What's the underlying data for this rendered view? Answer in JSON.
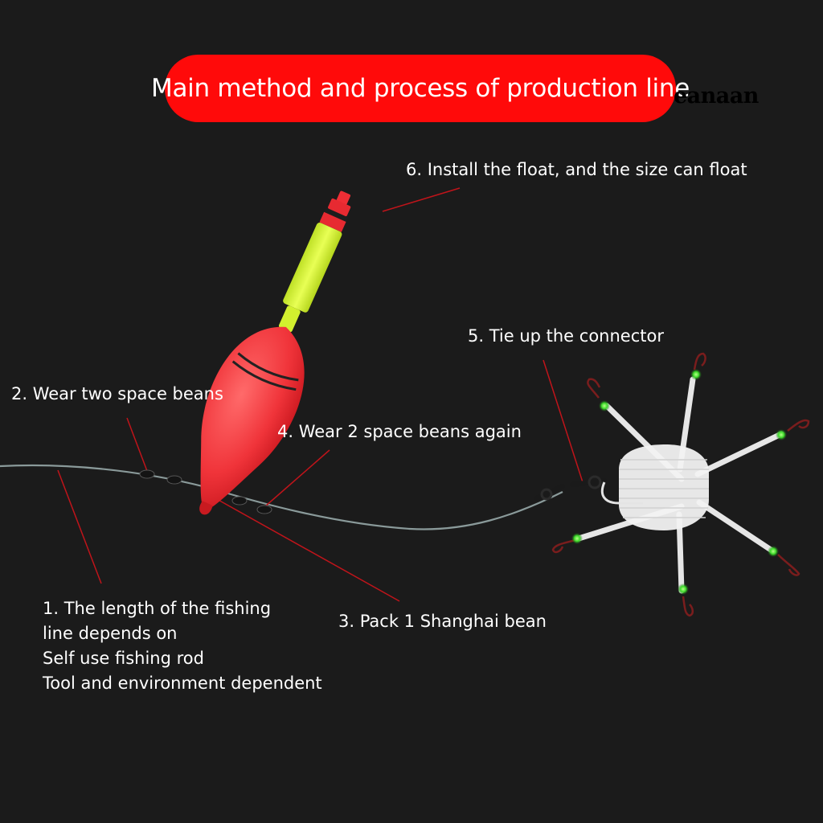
{
  "banner": {
    "title": "Main method and process of production line",
    "color": "#ff0a0a"
  },
  "watermark": "eanaan",
  "labels": {
    "step1_lines": [
      "1. The length of the fishing",
      "line depends on",
      "Self use fishing rod",
      "Tool and environment dependent"
    ],
    "step2": "2. Wear two space beans",
    "step3": "3. Pack 1 Shanghai bean",
    "step4": "4. Wear 2 space beans again",
    "step5": "5. Tie up the connector",
    "step6": "6. Install the float, and the size can float"
  },
  "colors": {
    "background": "#1b1b1b",
    "leader_line": "#c0141a",
    "float_body": "#f23a3e",
    "float_neck": "#d6f23a",
    "cage": "#ececec",
    "bead_glow": "#4cff3a"
  }
}
